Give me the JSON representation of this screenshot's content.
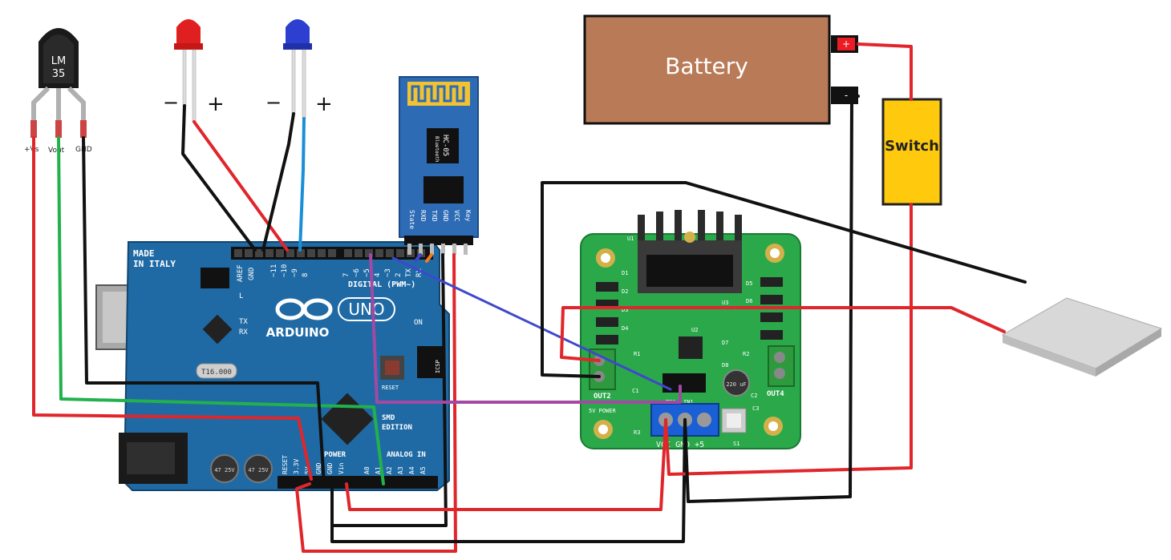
{
  "diagram": {
    "lm35": {
      "line1": "LM",
      "line2": "35",
      "pin1": "+Vs",
      "pin2": "Vout",
      "pin3": "GND"
    },
    "led_red": {
      "minus": "−",
      "plus": "+"
    },
    "led_blue": {
      "minus": "−",
      "plus": "+"
    },
    "hc05": {
      "chip_label": "HC-05",
      "chip_sub": "Bluetooth",
      "pins": [
        "State",
        "RXD",
        "TXD",
        "GND",
        "VCC",
        "Key"
      ]
    },
    "arduino": {
      "made_in": "MADE",
      "italy": "IN ITALY",
      "brand": "ARDUINO",
      "model": "UNO",
      "digital": "DIGITAL (PWM~)",
      "aref": "AREF",
      "gnd": "GND",
      "pin_labels": [
        "~11",
        "~10",
        "~9",
        "8",
        "7",
        "~6",
        "~5",
        "4",
        "~3",
        "2",
        "TX",
        "RX"
      ],
      "tx": "TX",
      "rx": "RX",
      "on": "ON",
      "l": "L",
      "reset": "RESET",
      "icsp": "ICSP",
      "smd": "SMD",
      "edition": "EDITION",
      "power": "POWER",
      "analog": "ANALOG IN",
      "power_pins": [
        "RESET",
        "3.3V",
        "5V",
        "GND",
        "GND",
        "Vin"
      ],
      "analog_pins": [
        "A0",
        "A1",
        "A2",
        "A3",
        "A4",
        "A5"
      ],
      "crystal": "T16.000",
      "cap1": "47 25V",
      "cap2": "47 25V"
    },
    "battery": {
      "label": "Battery",
      "plus": "+",
      "minus": "-"
    },
    "switch": {
      "label": "Switch"
    },
    "l298": {
      "out2": "OUT2",
      "out4": "OUT4",
      "power5v": "5V POWER",
      "terminal": "VCC GND +5",
      "ena": "ENA",
      "in1": "IN1",
      "cap": "220 uF",
      "parts": [
        "D1",
        "D2",
        "D3",
        "D4",
        "D5",
        "D6",
        "D7",
        "D8",
        "R1",
        "R2",
        "R3",
        "C1",
        "C2",
        "C3",
        "S1",
        "U1",
        "U2",
        "U3"
      ]
    },
    "colors": {
      "wire_red": "#e0262b",
      "wire_black": "#111111",
      "wire_green": "#22b14c",
      "wire_blue": "#1b8fd6",
      "wire_indigo": "#3f48cc",
      "wire_purple": "#a349a4",
      "battery_fill": "#b97a57",
      "switch_fill": "#ffc90e",
      "arduino_board": "#1f6aa4",
      "l298_board": "#2aa84a",
      "hc05_board": "#2d6bb5"
    }
  }
}
